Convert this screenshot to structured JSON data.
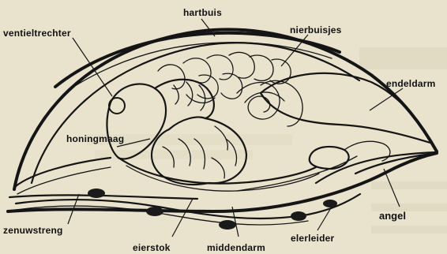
{
  "labels": {
    "hartbuis": "hartbuis",
    "ventieltrechter": "ventieltrechter",
    "nierbuisjes": "nierbuisjes",
    "endeldarm": "endeldarm",
    "honingmaag": "honingmaag",
    "angel": "angel",
    "zenuwstreng": "zenuwstreng",
    "elerleider": "elerleider",
    "eierstok": "eierstok",
    "middendarm": "middendarm"
  },
  "colors": {
    "paper": "#e9e3cd",
    "ink": "#151515",
    "bleed_through": "#cfc7ae"
  }
}
